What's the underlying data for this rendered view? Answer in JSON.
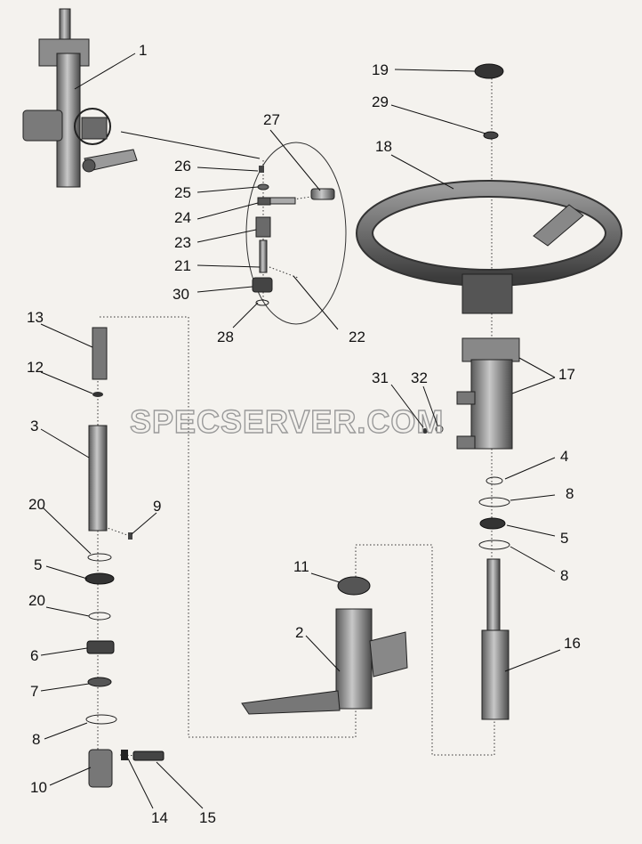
{
  "watermark": "SPECSERVER.COM",
  "labels": [
    {
      "id": "1",
      "text": "1"
    },
    {
      "id": "2",
      "text": "2"
    },
    {
      "id": "3",
      "text": "3"
    },
    {
      "id": "4",
      "text": "4"
    },
    {
      "id": "5a",
      "text": "5"
    },
    {
      "id": "5b",
      "text": "5"
    },
    {
      "id": "6",
      "text": "6"
    },
    {
      "id": "7",
      "text": "7"
    },
    {
      "id": "8a",
      "text": "8"
    },
    {
      "id": "8b",
      "text": "8"
    },
    {
      "id": "8c",
      "text": "8"
    },
    {
      "id": "9",
      "text": "9"
    },
    {
      "id": "10",
      "text": "10"
    },
    {
      "id": "11",
      "text": "11"
    },
    {
      "id": "12",
      "text": "12"
    },
    {
      "id": "13",
      "text": "13"
    },
    {
      "id": "14",
      "text": "14"
    },
    {
      "id": "15",
      "text": "15"
    },
    {
      "id": "16",
      "text": "16"
    },
    {
      "id": "17",
      "text": "17"
    },
    {
      "id": "18",
      "text": "18"
    },
    {
      "id": "19",
      "text": "19"
    },
    {
      "id": "20a",
      "text": "20"
    },
    {
      "id": "20b",
      "text": "20"
    },
    {
      "id": "21",
      "text": "21"
    },
    {
      "id": "22",
      "text": "22"
    },
    {
      "id": "23",
      "text": "23"
    },
    {
      "id": "24",
      "text": "24"
    },
    {
      "id": "25",
      "text": "25"
    },
    {
      "id": "26",
      "text": "26"
    },
    {
      "id": "27",
      "text": "27"
    },
    {
      "id": "28",
      "text": "28"
    },
    {
      "id": "29",
      "text": "29"
    },
    {
      "id": "30",
      "text": "30"
    },
    {
      "id": "31",
      "text": "31"
    },
    {
      "id": "32",
      "text": "32"
    }
  ]
}
